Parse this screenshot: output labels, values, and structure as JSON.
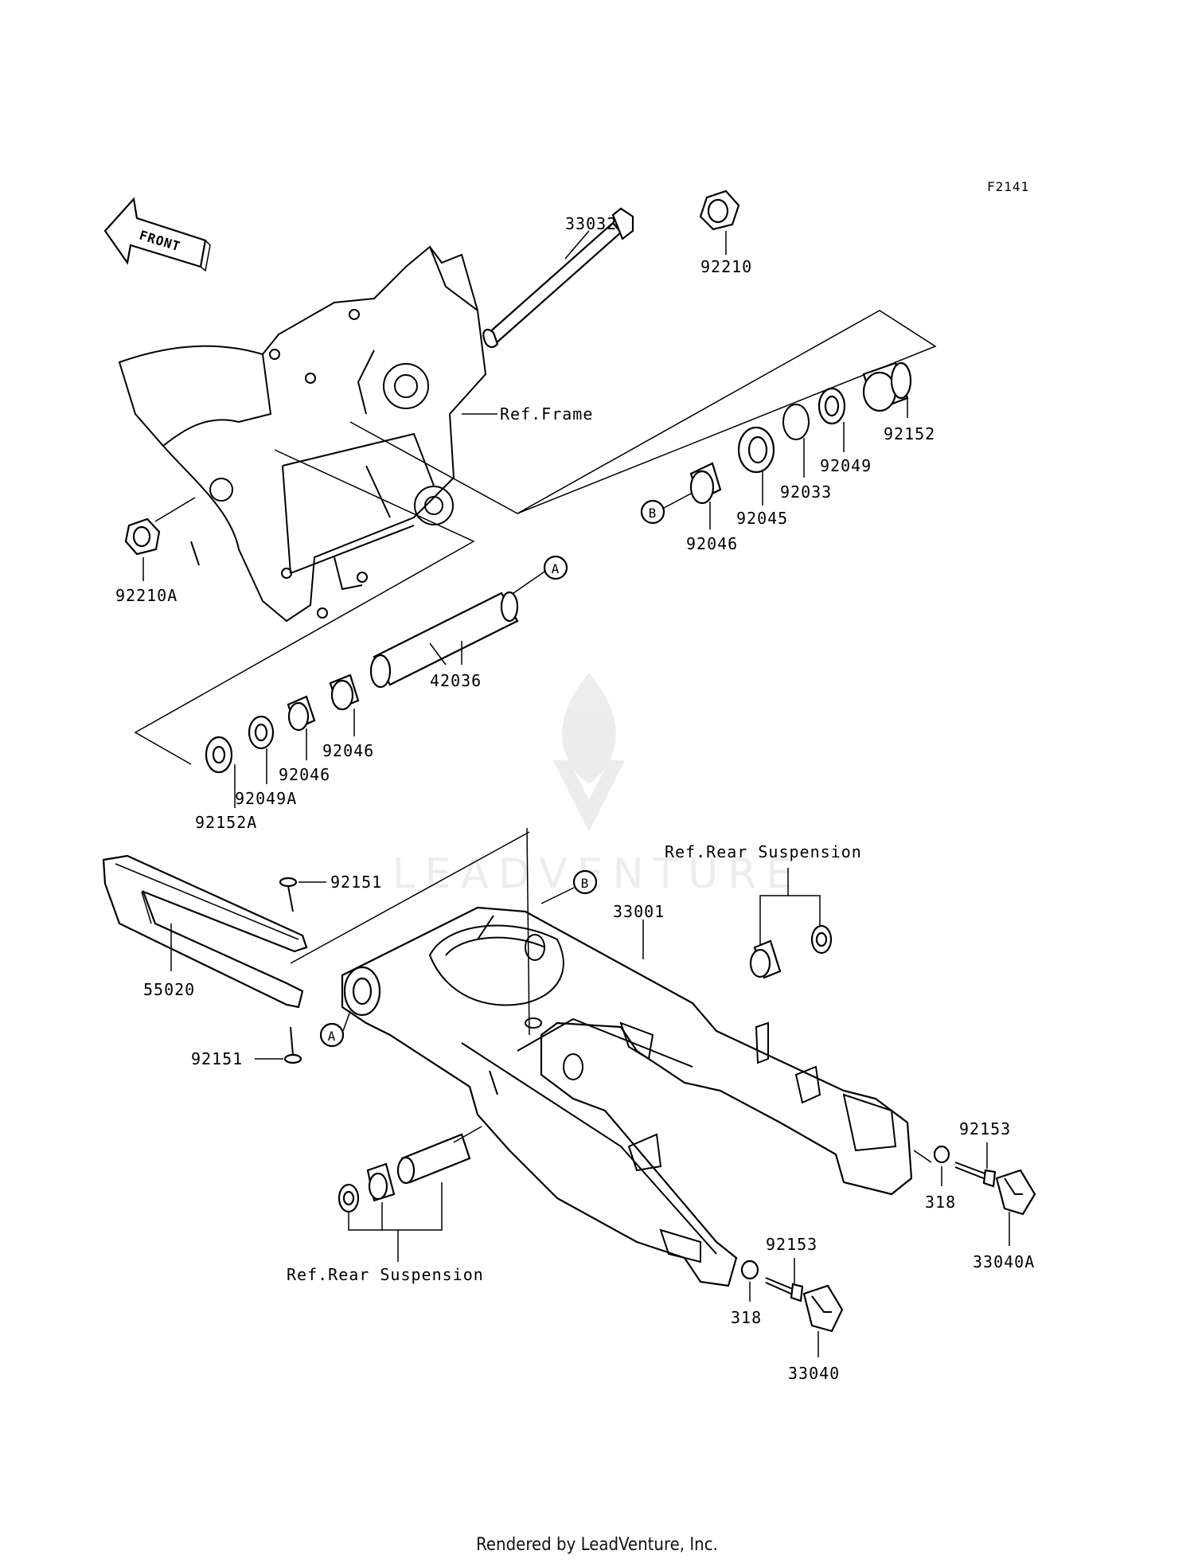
{
  "figure_code": "F2141",
  "front_label": "FRONT",
  "watermark": "LEADVENTURE",
  "footer": "Rendered by LeadVenture, Inc.",
  "ref_labels": {
    "frame": "Ref.Frame",
    "rear_suspension_top": "Ref.Rear Suspension",
    "rear_suspension_bottom": "Ref.Rear Suspension"
  },
  "markers": {
    "a1": "A",
    "a2": "A",
    "b1": "B",
    "b2": "B"
  },
  "parts": {
    "p33032": "33032",
    "p92210": "92210",
    "p92210A": "92210A",
    "p92152": "92152",
    "p92049": "92049",
    "p92033": "92033",
    "p92045": "92045",
    "p92046a": "92046",
    "p42036": "42036",
    "p92046b": "92046",
    "p92046c": "92046",
    "p92049A": "92049A",
    "p92152A": "92152A",
    "p92151a": "92151",
    "p92151b": "92151",
    "p55020": "55020",
    "p33001": "33001",
    "p92153a": "92153",
    "p318a": "318",
    "p33040A": "33040A",
    "p92153b": "92153",
    "p318b": "318",
    "p33040": "33040"
  }
}
